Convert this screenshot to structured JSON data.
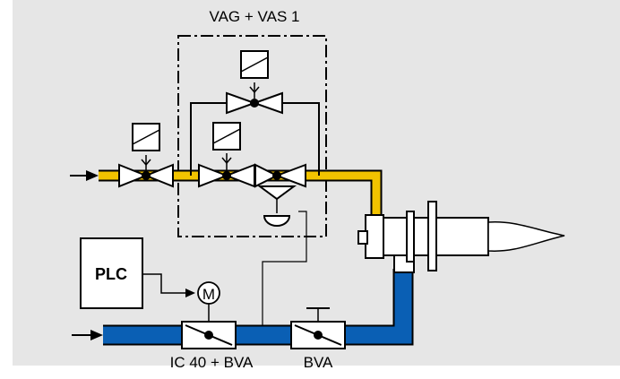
{
  "labels": {
    "group_title": "VAG + VAS 1",
    "controller": "PLC",
    "motor_symbol": "M",
    "air_actuator_label": "IC 40 + BVA",
    "air_valve_label": "BVA"
  },
  "colors": {
    "background": "#e6e6e6",
    "gas_line": "#f2c300",
    "air_line": "#0a5fb4",
    "stroke": "#000000",
    "component_fill": "#ffffff"
  },
  "icons": [
    "arrow-right-icon",
    "solenoid-coil-icon",
    "butterfly-valve-icon",
    "motor-icon",
    "burner-flame-icon"
  ]
}
